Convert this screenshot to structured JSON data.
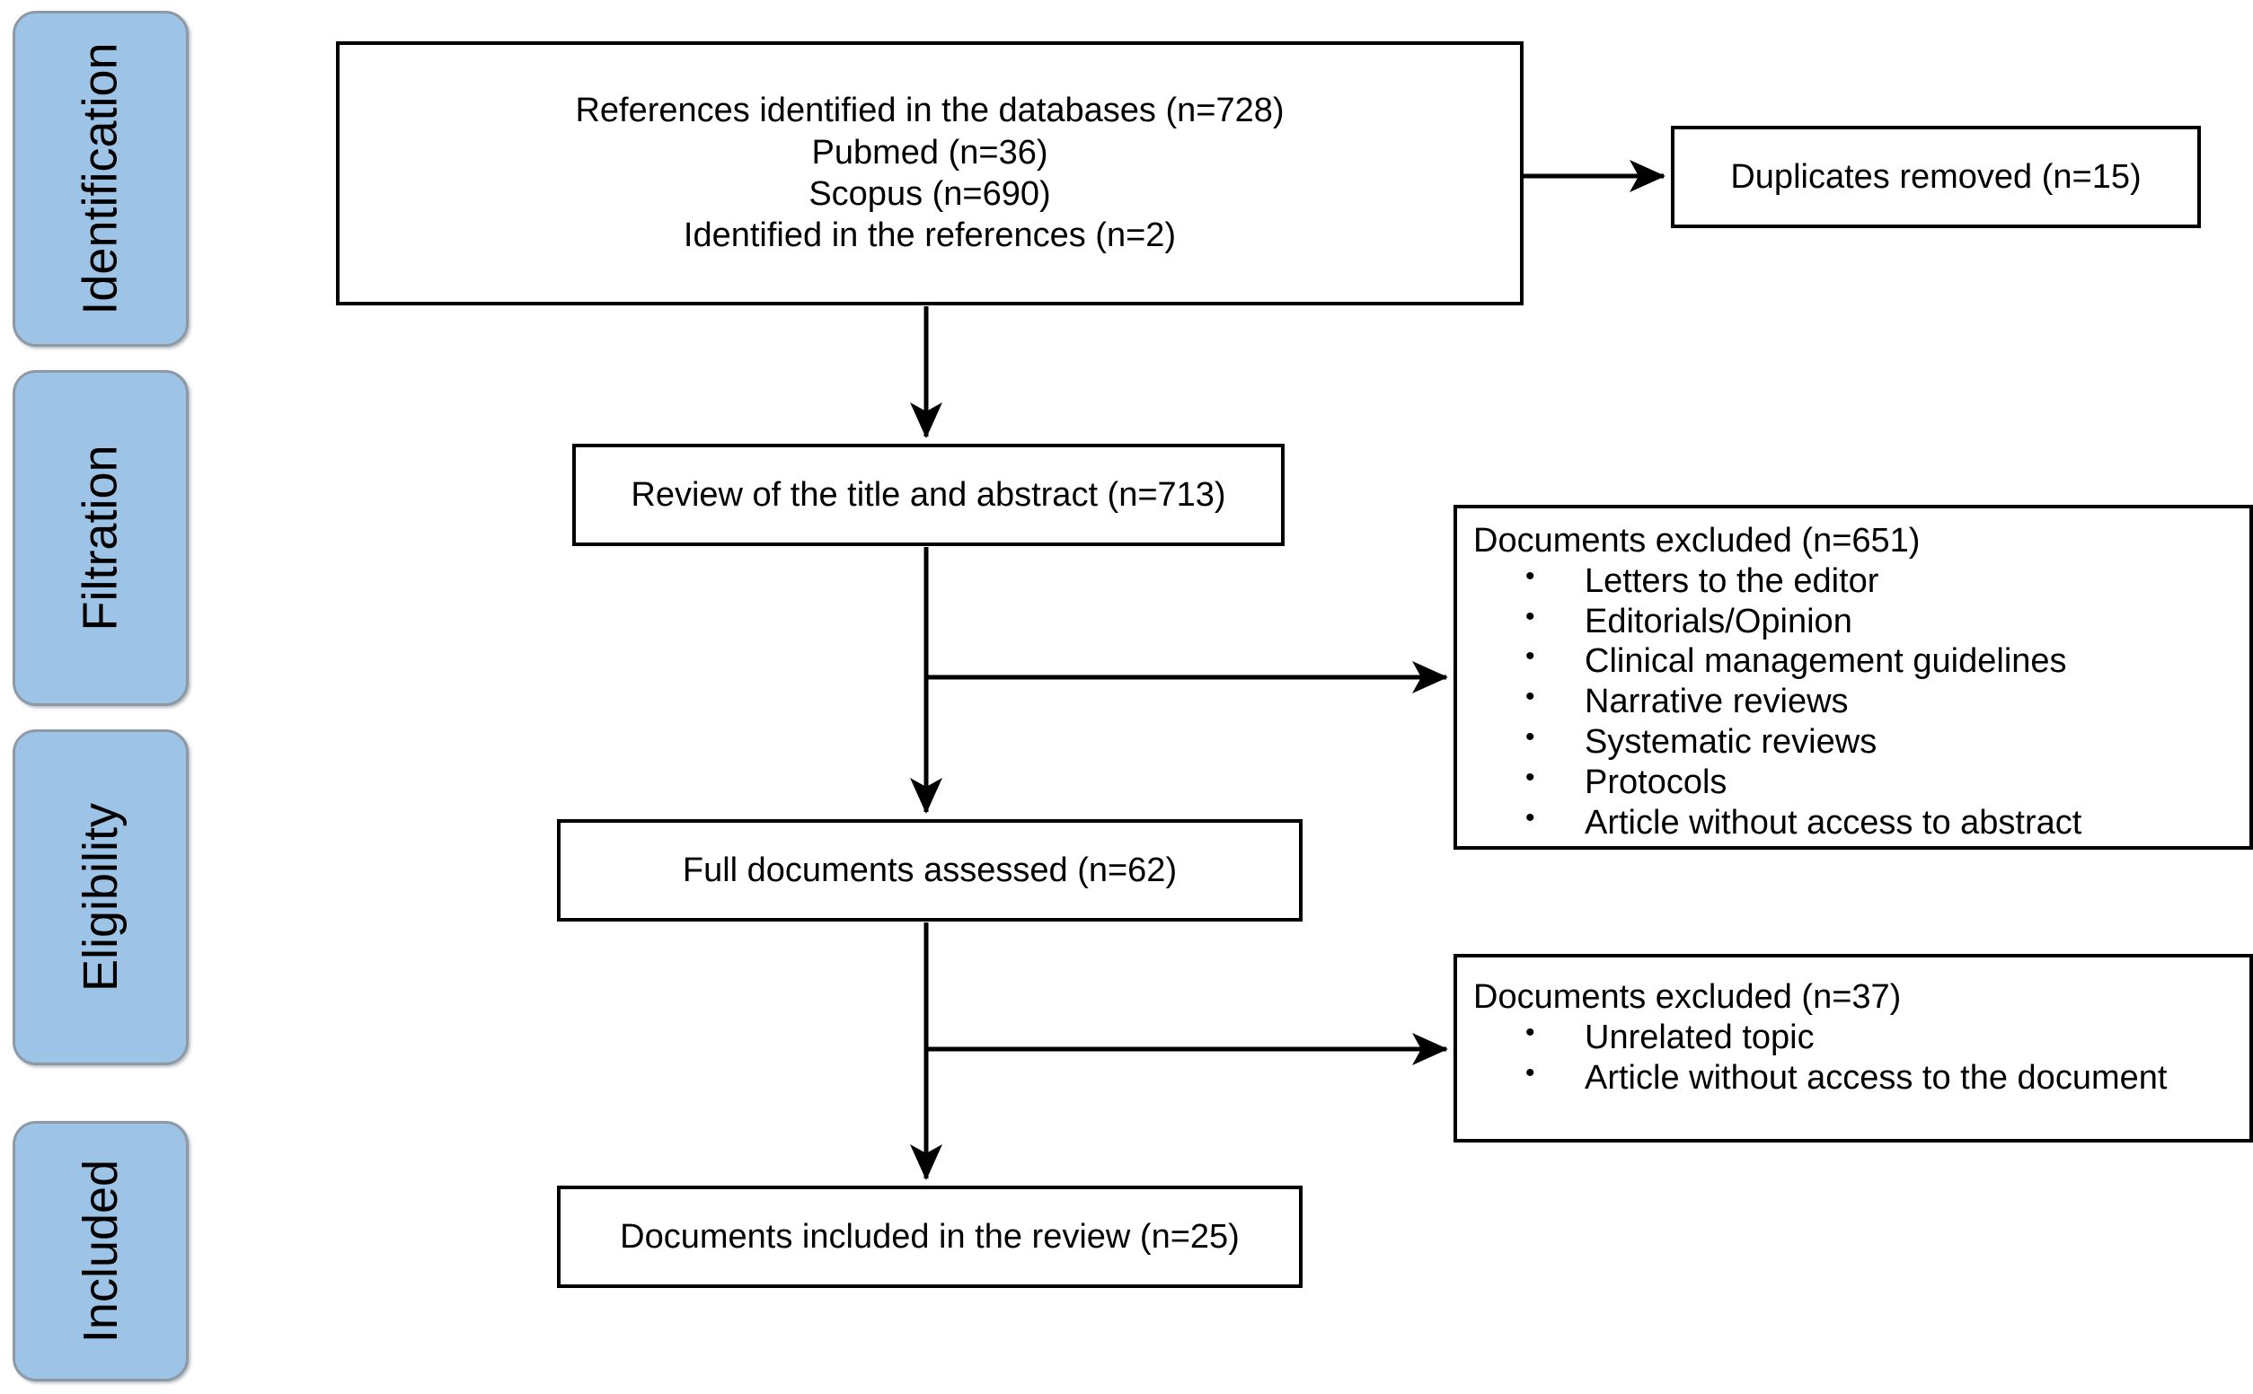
{
  "diagram": {
    "type": "prisma-flow-diagram",
    "title": "PRISMA study selection flow diagram",
    "accent_color": "#9dc3e6",
    "border_color": "#8d9aa6",
    "line_color": "#000000",
    "background": "#ffffff"
  },
  "stages": [
    {
      "id": "identification",
      "label": "Identification"
    },
    {
      "id": "filtration",
      "label": "Filtration"
    },
    {
      "id": "eligibility",
      "label": "Eligibility"
    },
    {
      "id": "included",
      "label": "Included"
    }
  ],
  "flow": {
    "identified": {
      "lines": [
        "References identified in the databases (n=728)",
        "Pubmed (n=36)",
        "Scopus (n=690)",
        "Identified in the references (n=2)"
      ],
      "total": 728,
      "sources": [
        {
          "name": "Pubmed",
          "n": 36
        },
        {
          "name": "Scopus",
          "n": 690
        },
        {
          "name": "Identified in the references",
          "n": 2
        }
      ]
    },
    "duplicates_removed": {
      "text": "Duplicates removed (n=15)",
      "n": 15
    },
    "screening": {
      "text": "Review of the title and abstract (n=713)",
      "n": 713
    },
    "excluded_screening": {
      "title": "Documents excluded (n=651)",
      "n": 651,
      "reasons": [
        "Letters to the editor",
        "Editorials/Opinion",
        "Clinical management guidelines",
        "Narrative reviews",
        "Systematic reviews",
        "Protocols",
        "Article without access to abstract"
      ]
    },
    "full_text": {
      "text": "Full documents assessed (n=62)",
      "n": 62
    },
    "excluded_fulltext": {
      "title": "Documents excluded (n=37)",
      "n": 37,
      "reasons": [
        "Unrelated topic",
        "Article without access to the document"
      ]
    },
    "included": {
      "text": "Documents included in the review (n=25)",
      "n": 25
    }
  }
}
